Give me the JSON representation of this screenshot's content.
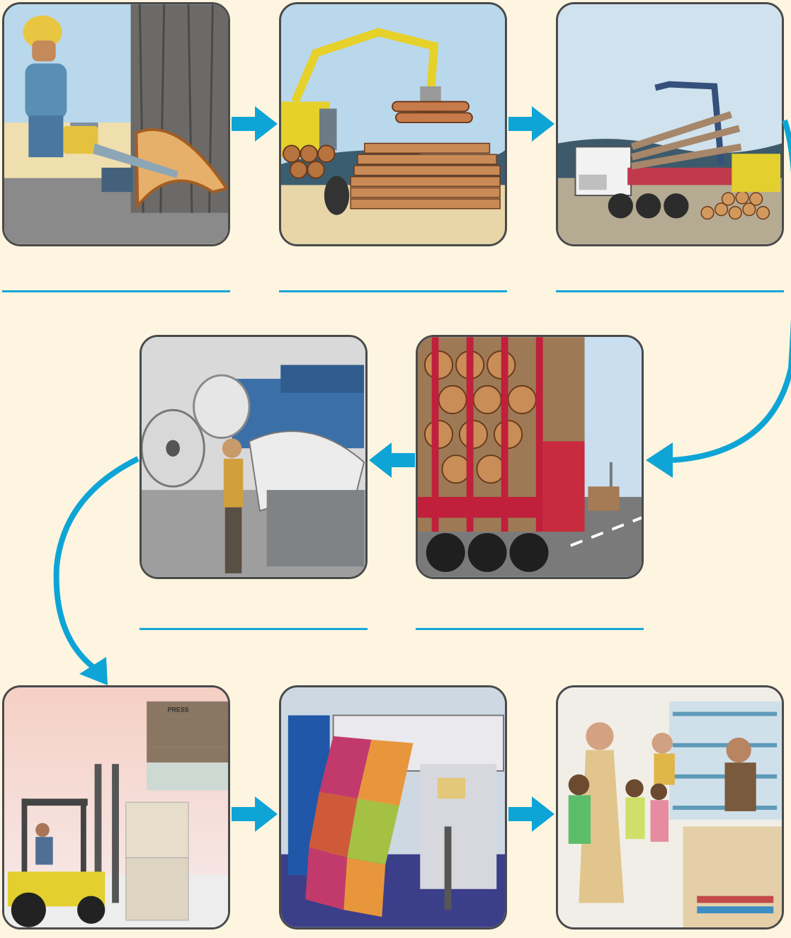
{
  "colors": {
    "background": "#fdf5e0",
    "arrow": "#0ea5d6",
    "panel_border": "#4a4a4a",
    "answer_line": "#1aa6d8"
  },
  "panels": [
    {
      "icon": "woodcutter-felling-tree-image",
      "answer": ""
    },
    {
      "icon": "log-loader-crane-image",
      "answer": ""
    },
    {
      "icon": "logs-loaded-on-truck-image",
      "answer": ""
    },
    {
      "icon": "log-truck-on-highway-image",
      "answer": ""
    },
    {
      "icon": "paper-mill-rolls-image",
      "answer": ""
    },
    {
      "icon": "forklift-at-press-image",
      "answer": ""
    },
    {
      "icon": "large-format-printer-image",
      "answer": ""
    },
    {
      "icon": "family-at-stationery-shop-image",
      "answer": ""
    }
  ],
  "press_sign": "PRESS"
}
